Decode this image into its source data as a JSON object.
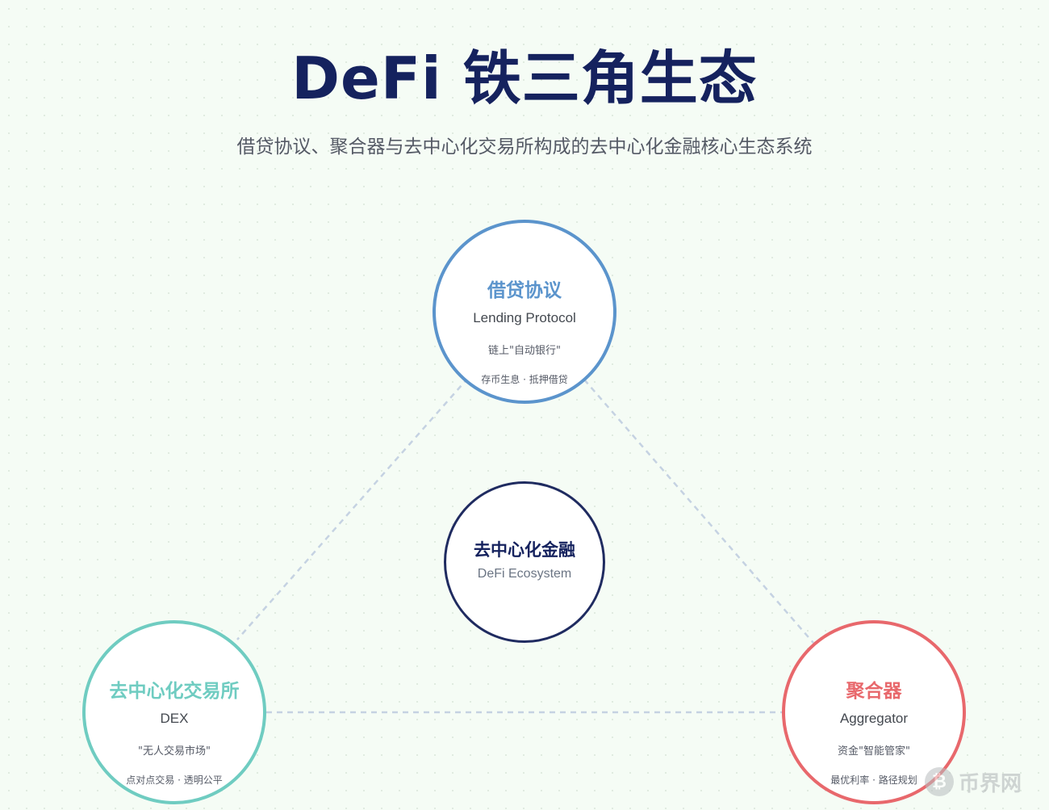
{
  "title": "DeFi 铁三角生态",
  "subtitle": "借贷协议、聚合器与去中心化交易所构成的去中心化金融核心生态系统",
  "colors": {
    "background": "#f5fcf5",
    "title": "#15225e",
    "lending": "#5b94cc",
    "dex": "#6fccc1",
    "aggregator": "#e8686c",
    "center": "#1f2b60",
    "connector": "#c5d2e2"
  },
  "nodes": {
    "lending": {
      "name": "借贷协议",
      "english": "Lending Protocol",
      "tagline": "链上\"自动银行\"",
      "detail": "存币生息 · 抵押借贷"
    },
    "dex": {
      "name": "去中心化交易所",
      "english": "DEX",
      "tagline": "\"无人交易市场\"",
      "detail": "点对点交易 · 透明公平"
    },
    "aggregator": {
      "name": "聚合器",
      "english": "Aggregator",
      "tagline": "资金\"智能管家\"",
      "detail": "最优利率 · 路径规划"
    },
    "center": {
      "name": "去中心化金融",
      "english": "DeFi Ecosystem"
    }
  },
  "watermark": {
    "icon": "bitcoin-coin-icon",
    "glyph": "₿",
    "text": "币界网"
  }
}
